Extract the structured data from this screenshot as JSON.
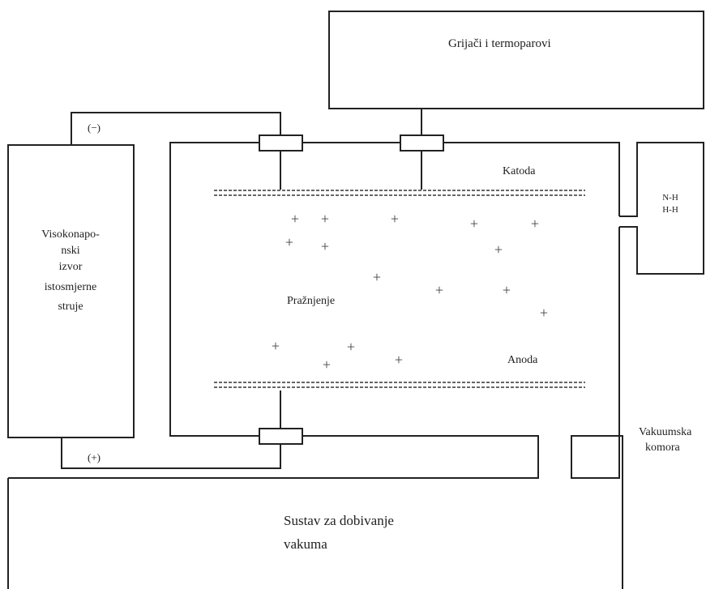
{
  "labels": {
    "heaters": "Grijači i termoparovi",
    "power_line1": "Visokonapo-",
    "power_line2": "nski",
    "power_line3": "izvor",
    "power_line4": "istosmjerne",
    "power_line5": "struje",
    "minus": "(−)",
    "plus": "(+)",
    "cathode": "Katoda",
    "anode": "Anoda",
    "discharge": "Pražnjenje",
    "gas_line1": "N-H",
    "gas_line2": "H-H",
    "chamber_line1": "Vakuumska",
    "chamber_line2": "komora",
    "vacuum_line1": "Sustav za dobivanje",
    "vacuum_line2": "vakuma"
  },
  "ion_symbol": "+",
  "colors": {
    "line": "#222222",
    "background": "#ffffff"
  }
}
